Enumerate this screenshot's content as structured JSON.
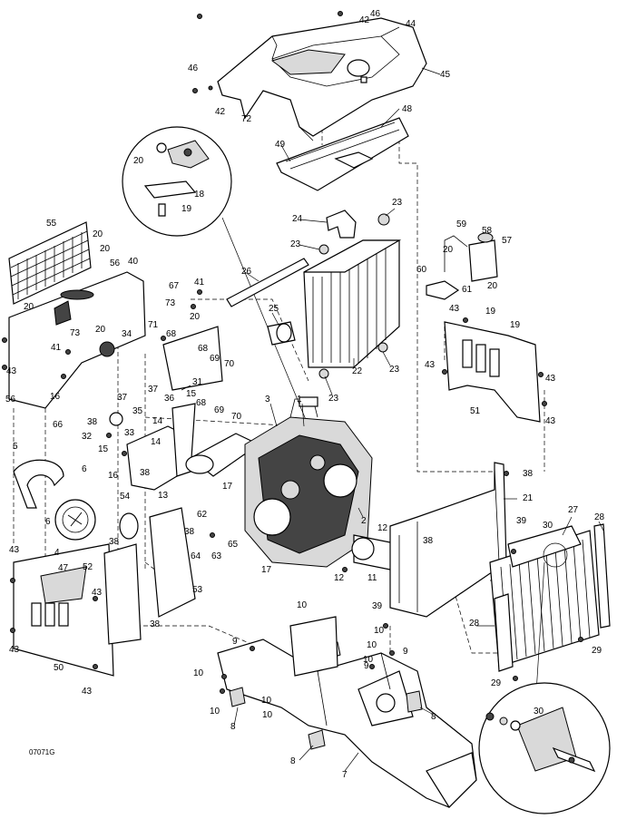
{
  "figure_id": "07071G",
  "callouts": [
    {
      "id": "c1",
      "text": "1"
    },
    {
      "id": "c2",
      "text": "2"
    },
    {
      "id": "c3",
      "text": "3"
    },
    {
      "id": "c4",
      "text": "4"
    },
    {
      "id": "c5",
      "text": "5"
    },
    {
      "id": "c6a",
      "text": "6"
    },
    {
      "id": "c6b",
      "text": "6"
    },
    {
      "id": "c7",
      "text": "7"
    },
    {
      "id": "c8a",
      "text": "8"
    },
    {
      "id": "c8b",
      "text": "8"
    },
    {
      "id": "c8c",
      "text": "8"
    },
    {
      "id": "c9a",
      "text": "9"
    },
    {
      "id": "c9b",
      "text": "9"
    },
    {
      "id": "c9c",
      "text": "9"
    },
    {
      "id": "c10a",
      "text": "10"
    },
    {
      "id": "c10b",
      "text": "10"
    },
    {
      "id": "c10c",
      "text": "10"
    },
    {
      "id": "c10d",
      "text": "10"
    },
    {
      "id": "c10e",
      "text": "10"
    },
    {
      "id": "c10f",
      "text": "10"
    },
    {
      "id": "c10g",
      "text": "10"
    },
    {
      "id": "c10h",
      "text": "10"
    },
    {
      "id": "c11",
      "text": "11"
    },
    {
      "id": "c12a",
      "text": "12"
    },
    {
      "id": "c12b",
      "text": "12"
    },
    {
      "id": "c13",
      "text": "13"
    },
    {
      "id": "c14a",
      "text": "14"
    },
    {
      "id": "c14b",
      "text": "14"
    },
    {
      "id": "c15a",
      "text": "15"
    },
    {
      "id": "c15b",
      "text": "15"
    },
    {
      "id": "c16a",
      "text": "16"
    },
    {
      "id": "c16b",
      "text": "16"
    },
    {
      "id": "c17a",
      "text": "17"
    },
    {
      "id": "c17b",
      "text": "17"
    },
    {
      "id": "c18",
      "text": "18"
    },
    {
      "id": "c19a",
      "text": "19"
    },
    {
      "id": "c19b",
      "text": "19"
    },
    {
      "id": "c19c",
      "text": "19"
    },
    {
      "id": "c20a",
      "text": "20"
    },
    {
      "id": "c20b",
      "text": "20"
    },
    {
      "id": "c20c",
      "text": "20"
    },
    {
      "id": "c20d",
      "text": "20"
    },
    {
      "id": "c20e",
      "text": "20"
    },
    {
      "id": "c20f",
      "text": "20"
    },
    {
      "id": "c20g",
      "text": "20"
    },
    {
      "id": "c20h",
      "text": "20"
    },
    {
      "id": "c21",
      "text": "21"
    },
    {
      "id": "c22",
      "text": "22"
    },
    {
      "id": "c23a",
      "text": "23"
    },
    {
      "id": "c23b",
      "text": "23"
    },
    {
      "id": "c23c",
      "text": "23"
    },
    {
      "id": "c23d",
      "text": "23"
    },
    {
      "id": "c24",
      "text": "24"
    },
    {
      "id": "c25",
      "text": "25"
    },
    {
      "id": "c26",
      "text": "26"
    },
    {
      "id": "c27",
      "text": "27"
    },
    {
      "id": "c28a",
      "text": "28"
    },
    {
      "id": "c28b",
      "text": "28"
    },
    {
      "id": "c29a",
      "text": "29"
    },
    {
      "id": "c29b",
      "text": "29"
    },
    {
      "id": "c30a",
      "text": "30"
    },
    {
      "id": "c30b",
      "text": "30"
    },
    {
      "id": "c31",
      "text": "31"
    },
    {
      "id": "c32",
      "text": "32"
    },
    {
      "id": "c33",
      "text": "33"
    },
    {
      "id": "c34",
      "text": "34"
    },
    {
      "id": "c35",
      "text": "35"
    },
    {
      "id": "c36",
      "text": "36"
    },
    {
      "id": "c37a",
      "text": "37"
    },
    {
      "id": "c37b",
      "text": "37"
    },
    {
      "id": "c38a",
      "text": "38"
    },
    {
      "id": "c38b",
      "text": "38"
    },
    {
      "id": "c38c",
      "text": "38"
    },
    {
      "id": "c38d",
      "text": "38"
    },
    {
      "id": "c38e",
      "text": "38"
    },
    {
      "id": "c38f",
      "text": "38"
    },
    {
      "id": "c38g",
      "text": "38"
    },
    {
      "id": "c39a",
      "text": "39"
    },
    {
      "id": "c39b",
      "text": "39"
    },
    {
      "id": "c40",
      "text": "40"
    },
    {
      "id": "c41a",
      "text": "41"
    },
    {
      "id": "c41b",
      "text": "41"
    },
    {
      "id": "c42a",
      "text": "42"
    },
    {
      "id": "c42b",
      "text": "42"
    },
    {
      "id": "c43a",
      "text": "43"
    },
    {
      "id": "c43b",
      "text": "43"
    },
    {
      "id": "c43c",
      "text": "43"
    },
    {
      "id": "c43d",
      "text": "43"
    },
    {
      "id": "c43e",
      "text": "43"
    },
    {
      "id": "c43f",
      "text": "43"
    },
    {
      "id": "c43g",
      "text": "43"
    },
    {
      "id": "c43h",
      "text": "43"
    },
    {
      "id": "c43i",
      "text": "43"
    },
    {
      "id": "c44",
      "text": "44"
    },
    {
      "id": "c45",
      "text": "45"
    },
    {
      "id": "c46a",
      "text": "46"
    },
    {
      "id": "c46b",
      "text": "46"
    },
    {
      "id": "c47",
      "text": "47"
    },
    {
      "id": "c48",
      "text": "48"
    },
    {
      "id": "c49",
      "text": "49"
    },
    {
      "id": "c50",
      "text": "50"
    },
    {
      "id": "c51",
      "text": "51"
    },
    {
      "id": "c52",
      "text": "52"
    },
    {
      "id": "c53",
      "text": "53"
    },
    {
      "id": "c54",
      "text": "54"
    },
    {
      "id": "c55",
      "text": "55"
    },
    {
      "id": "c56a",
      "text": "56"
    },
    {
      "id": "c56b",
      "text": "56"
    },
    {
      "id": "c57",
      "text": "57"
    },
    {
      "id": "c58",
      "text": "58"
    },
    {
      "id": "c59",
      "text": "59"
    },
    {
      "id": "c60",
      "text": "60"
    },
    {
      "id": "c61",
      "text": "61"
    },
    {
      "id": "c62",
      "text": "62"
    },
    {
      "id": "c63",
      "text": "63"
    },
    {
      "id": "c64",
      "text": "64"
    },
    {
      "id": "c65",
      "text": "65"
    },
    {
      "id": "c66",
      "text": "66"
    },
    {
      "id": "c67",
      "text": "67"
    },
    {
      "id": "c68a",
      "text": "68"
    },
    {
      "id": "c68b",
      "text": "68"
    },
    {
      "id": "c68c",
      "text": "68"
    },
    {
      "id": "c69a",
      "text": "69"
    },
    {
      "id": "c69b",
      "text": "69"
    },
    {
      "id": "c70a",
      "text": "70"
    },
    {
      "id": "c70b",
      "text": "70"
    },
    {
      "id": "c71",
      "text": "71"
    },
    {
      "id": "c72",
      "text": "72"
    },
    {
      "id": "c73a",
      "text": "73"
    },
    {
      "id": "c73b",
      "text": "73"
    }
  ]
}
